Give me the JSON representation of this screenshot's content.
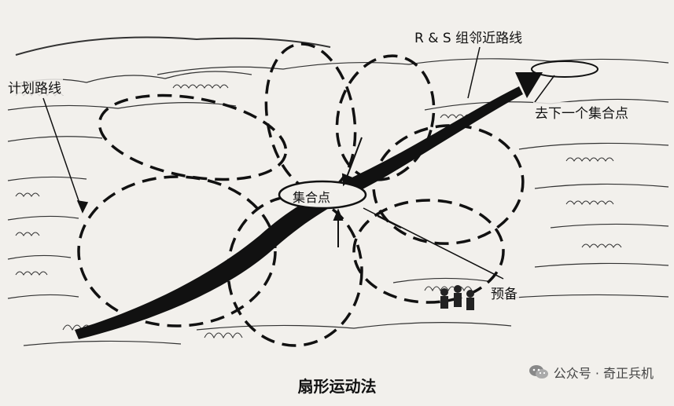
{
  "labels": {
    "planned_route": "计划路线",
    "rs_team_route": "R & S 组邻近路线",
    "next_rally": "去下一个集合点",
    "rally_point": "集合点",
    "reserve": "预备"
  },
  "caption": "扇形运动法",
  "watermark": {
    "text": "公众号 · 奇正兵机",
    "icon": "wechat-icon"
  }
}
